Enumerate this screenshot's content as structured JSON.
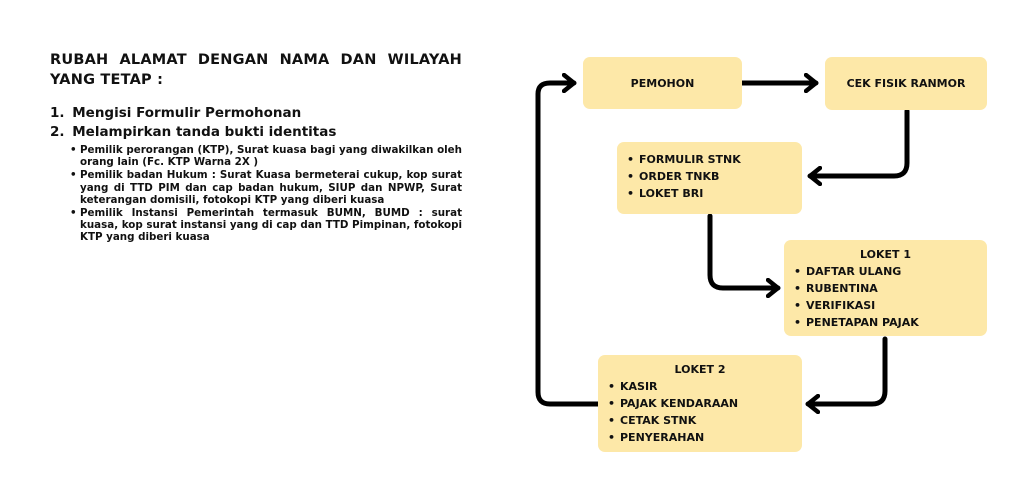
{
  "heading": "RUBAH ALAMAT DENGAN NAMA DAN WILAYAH YANG TETAP :",
  "steps": [
    {
      "num": "1.",
      "label": "Mengisi Formulir Permohonan"
    },
    {
      "num": "2.",
      "label": "Melampirkan tanda bukti identitas"
    }
  ],
  "requirements": [
    "Pemilik perorangan (KTP), Surat kuasa  bagi yang diwakilkan oleh orang lain (Fc. KTP Warna 2X )",
    "Pemilik badan Hukum : Surat Kuasa bermeterai cukup, kop surat yang di TTD PIM dan cap badan hukum, SIUP dan NPWP, Surat keterangan domisili, fotokopi KTP yang diberi kuasa",
    "Pemilik Instansi Pemerintah termasuk BUMN, BUMD : surat kuasa, kop surat instansi yang di cap dan TTD Pimpinan, fotokopi KTP yang diberi kuasa"
  ],
  "flow": {
    "pemohon": "PEMOHON",
    "cek_fisik": "CEK FISIK RANMOR",
    "formulir": {
      "items": [
        "FORMULIR STNK",
        "ORDER TNKB",
        "LOKET BRI"
      ]
    },
    "loket1": {
      "title": "LOKET 1",
      "items": [
        "DAFTAR ULANG",
        "RUBENTINA",
        "VERIFIKASI",
        "PENETAPAN PAJAK"
      ]
    },
    "loket2": {
      "title": "LOKET 2",
      "items": [
        "KASIR",
        "PAJAK KENDARAAN",
        "CETAK STNK",
        "PENYERAHAN"
      ]
    }
  },
  "colors": {
    "box_fill": "#fde8a8",
    "arrow": "#000000",
    "text": "#111111"
  }
}
